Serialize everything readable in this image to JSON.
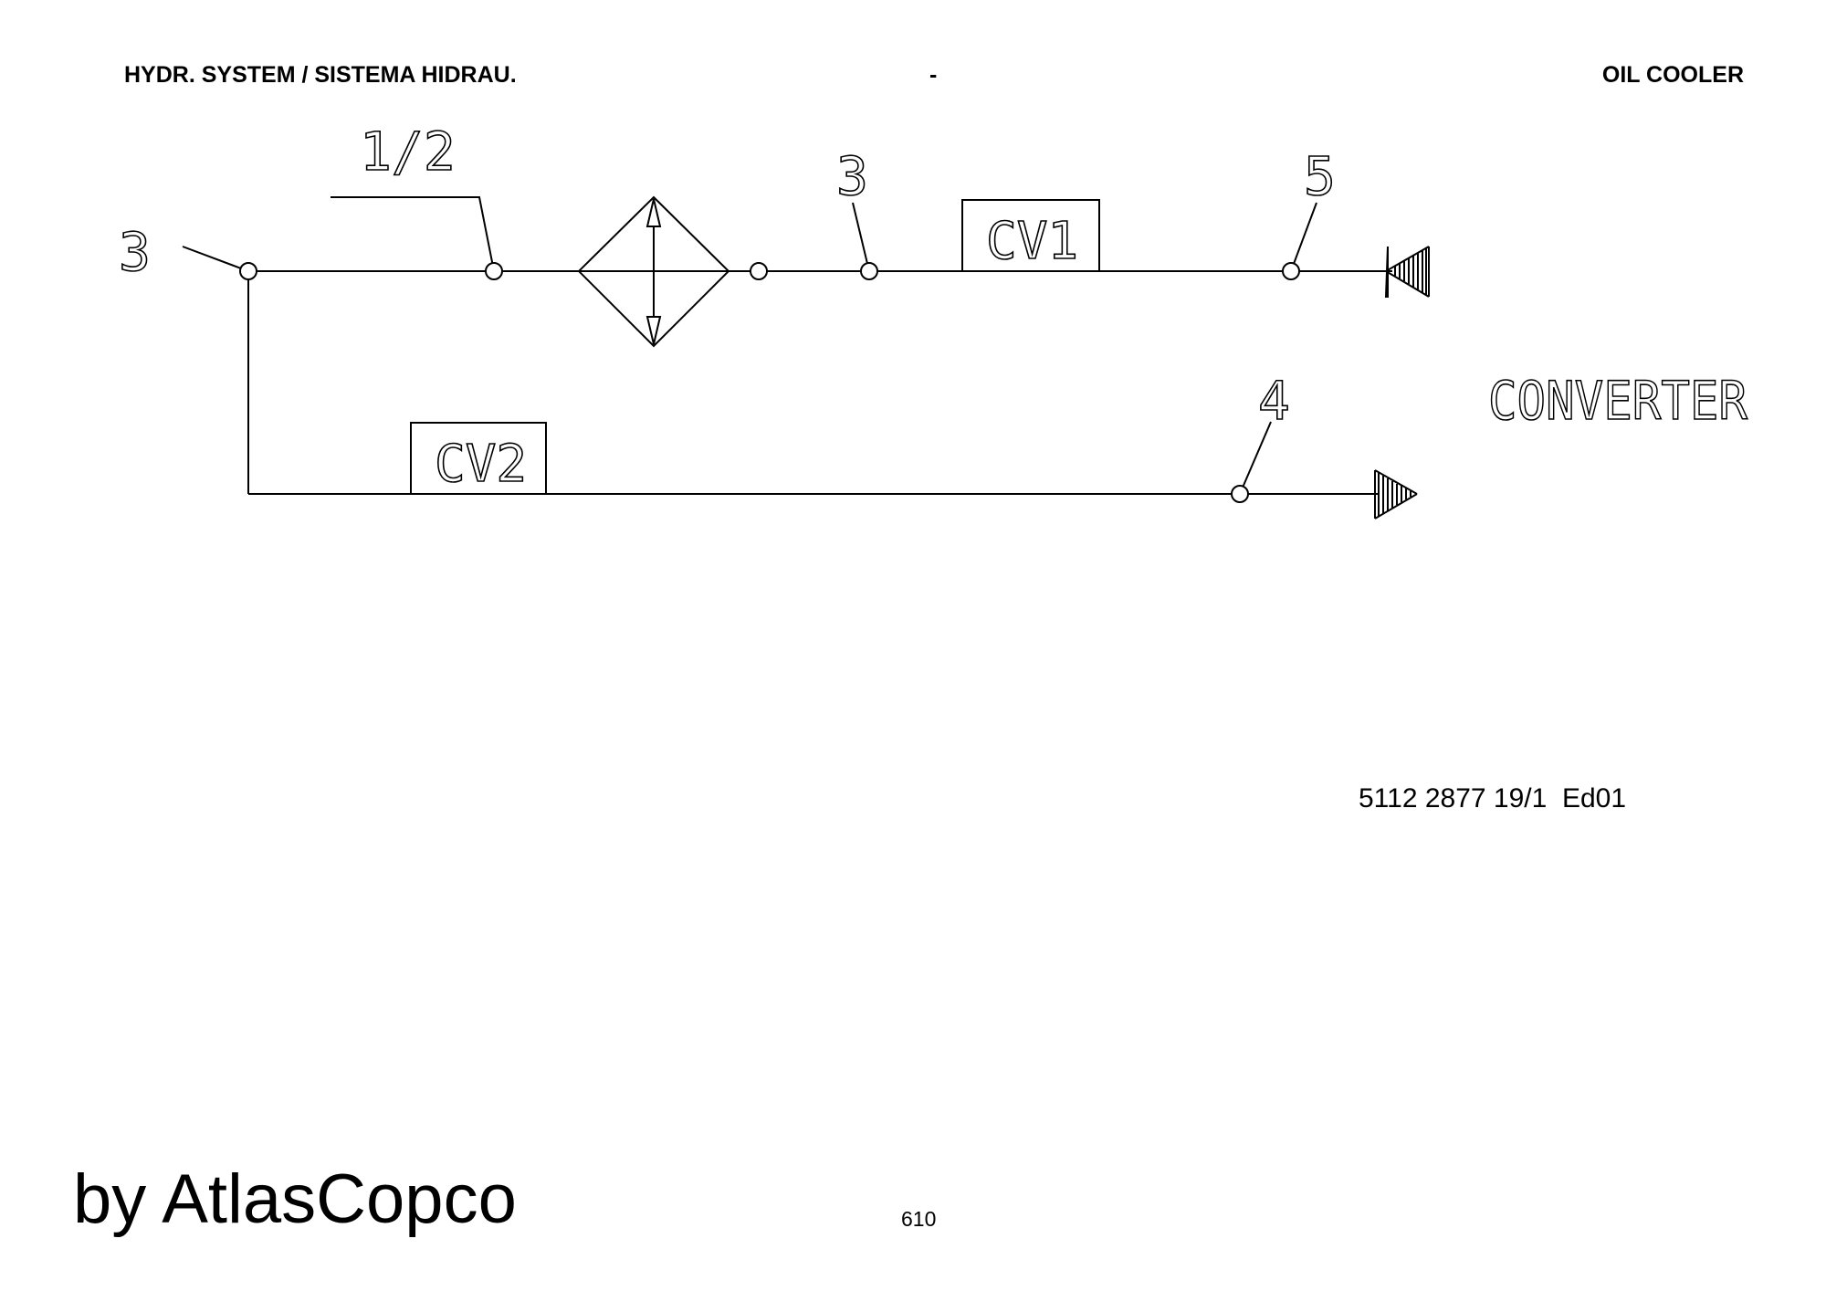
{
  "header": {
    "left": "HYDR. SYSTEM / SISTEMA HIDRAU.",
    "middle": "-",
    "right": "OIL COOLER"
  },
  "diagram": {
    "labels": {
      "item_3_left": "3",
      "item_1_2": "1/2",
      "item_3_mid": "3",
      "item_5": "5",
      "item_4": "4",
      "cv1": "CV1",
      "cv2": "CV2",
      "converter": "CONVERTER"
    }
  },
  "footer": {
    "doc_number": "5112 2877 19/1  Ed01",
    "brand": "by AtlasCopco",
    "page_number": "610"
  }
}
